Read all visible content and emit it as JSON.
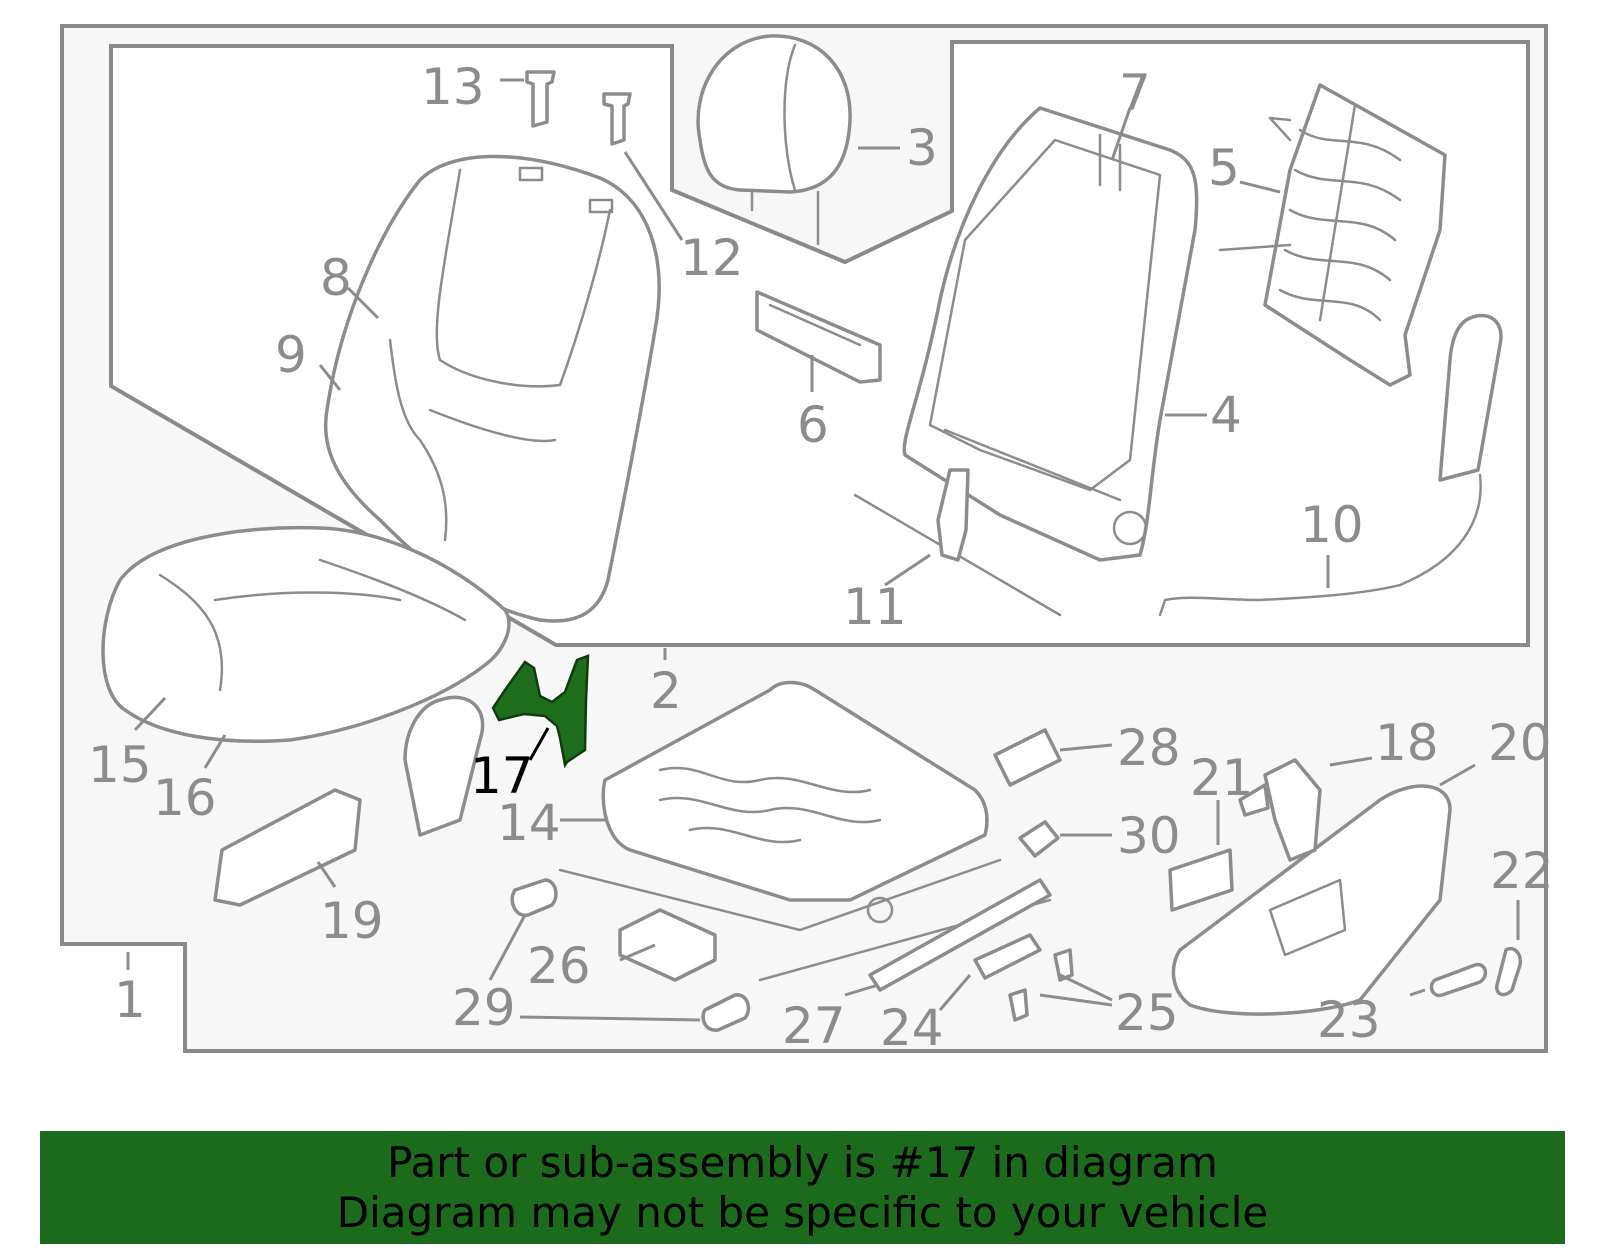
{
  "callouts": {
    "n1": "1",
    "n2": "2",
    "n3": "3",
    "n4": "4",
    "n5": "5",
    "n6": "6",
    "n7": "7",
    "n8": "8",
    "n9": "9",
    "n10": "10",
    "n11": "11",
    "n12": "12",
    "n13": "13",
    "n14": "14",
    "n15": "15",
    "n16": "16",
    "n17": "17",
    "n18": "18",
    "n19": "19",
    "n20": "20",
    "n21": "21",
    "n22": "22",
    "n23": "23",
    "n24": "24",
    "n25": "25",
    "n26": "26",
    "n27": "27",
    "n28": "28",
    "n29": "29",
    "n30": "30"
  },
  "highlight": {
    "callout": "17",
    "color": "#1e6e1e"
  },
  "banner": {
    "line1": "Part or sub-assembly is #17 in diagram",
    "line2": "Diagram may not be specific to your vehicle",
    "background": "#1c6b1c"
  }
}
